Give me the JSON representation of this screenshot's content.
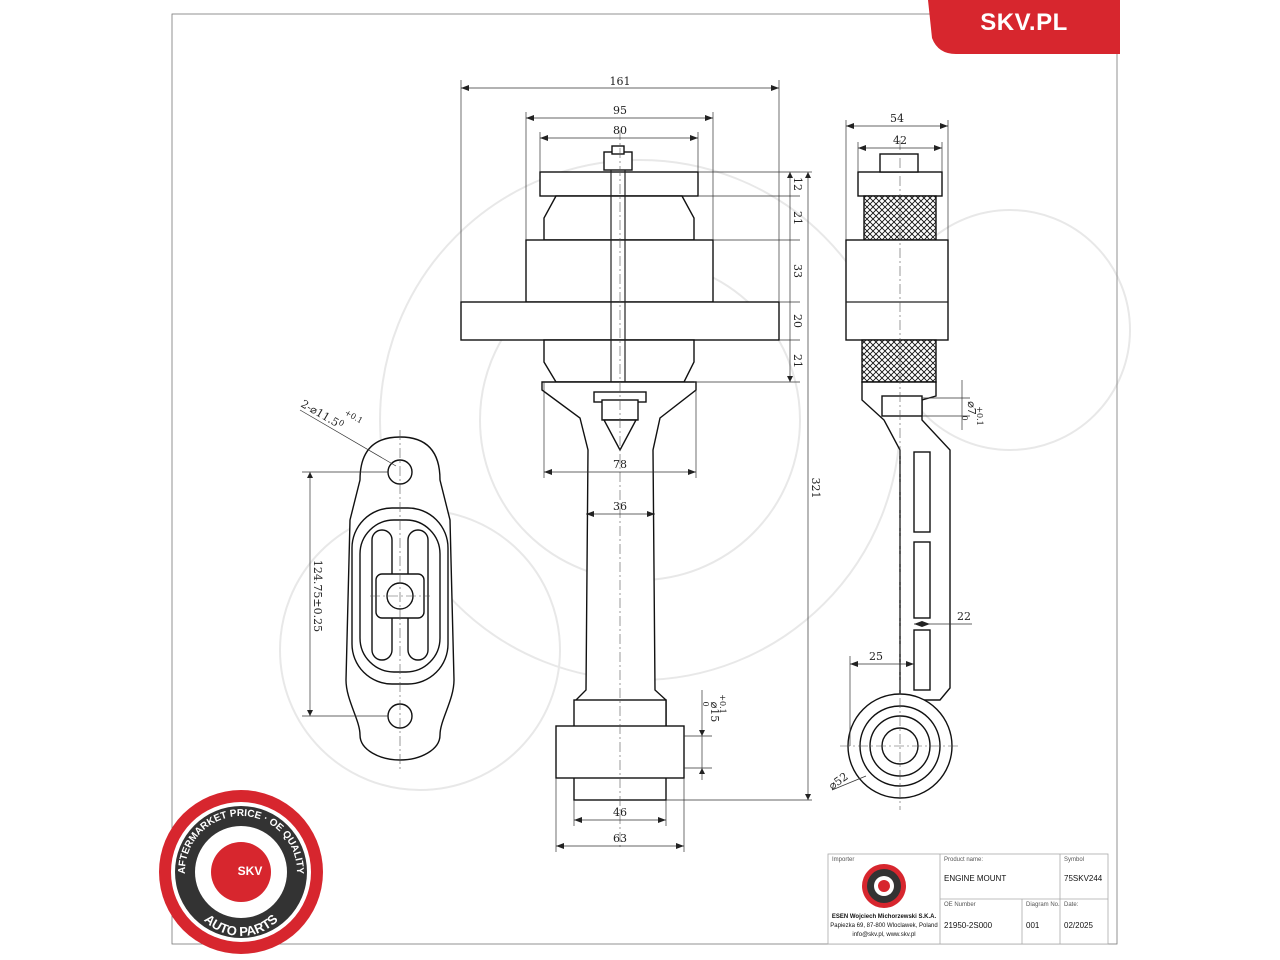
{
  "brand": {
    "label": "SKV.PL",
    "color": "#d7262e"
  },
  "badge": {
    "ring_text": "AFTERMARKET PRICE · OE QUALITY",
    "bottom_text": "AUTO PARTS",
    "center_text": "SKV",
    "ring_color": "#d7262e"
  },
  "dimensions": {
    "top_width": "161",
    "flange_width": "95",
    "top_plate_width": "80",
    "h1": "12",
    "h2": "21",
    "h3": "33",
    "h4": "20",
    "h5": "21",
    "total_height": "321",
    "arm_width_top": "78",
    "arm_width": "36",
    "bush_width": "46",
    "bush_outer": "63",
    "side_width": "54",
    "side_inner": "42",
    "side_arm_width": "22",
    "side_offset": "25",
    "eye_diameter": "⌀52",
    "pin_hole_main": "⌀7",
    "pin_hole_tol_top": "+0.1",
    "pin_hole_tol_bot": "0",
    "bush_hole_main": "⌀15",
    "bush_hole_tol_top": "+0.1",
    "bush_hole_tol_bot": "0",
    "holes_main": "2-⌀11.5",
    "holes_tol_top": "+0.1",
    "holes_tol_bot": "0",
    "hole_spacing": "124.75±0.25"
  },
  "title_block": {
    "importer_label": "Importer",
    "importer_line1": "ESEN Wojciech Michorzewski S.K.A.",
    "importer_line2": "Papiezka 69, 87-800 Wloclawek, Poland",
    "importer_line3": "info@skv.pl, www.skv.pl",
    "product_label": "Product name:",
    "product_value": "ENGINE MOUNT",
    "symbol_label": "Symbol",
    "symbol_value": "75SKV244",
    "oe_label": "OE Number",
    "oe_value": "21950-2S000",
    "diagram_label": "Diagram No.",
    "diagram_value": "001",
    "date_label": "Date:",
    "date_value": "02/2025"
  }
}
